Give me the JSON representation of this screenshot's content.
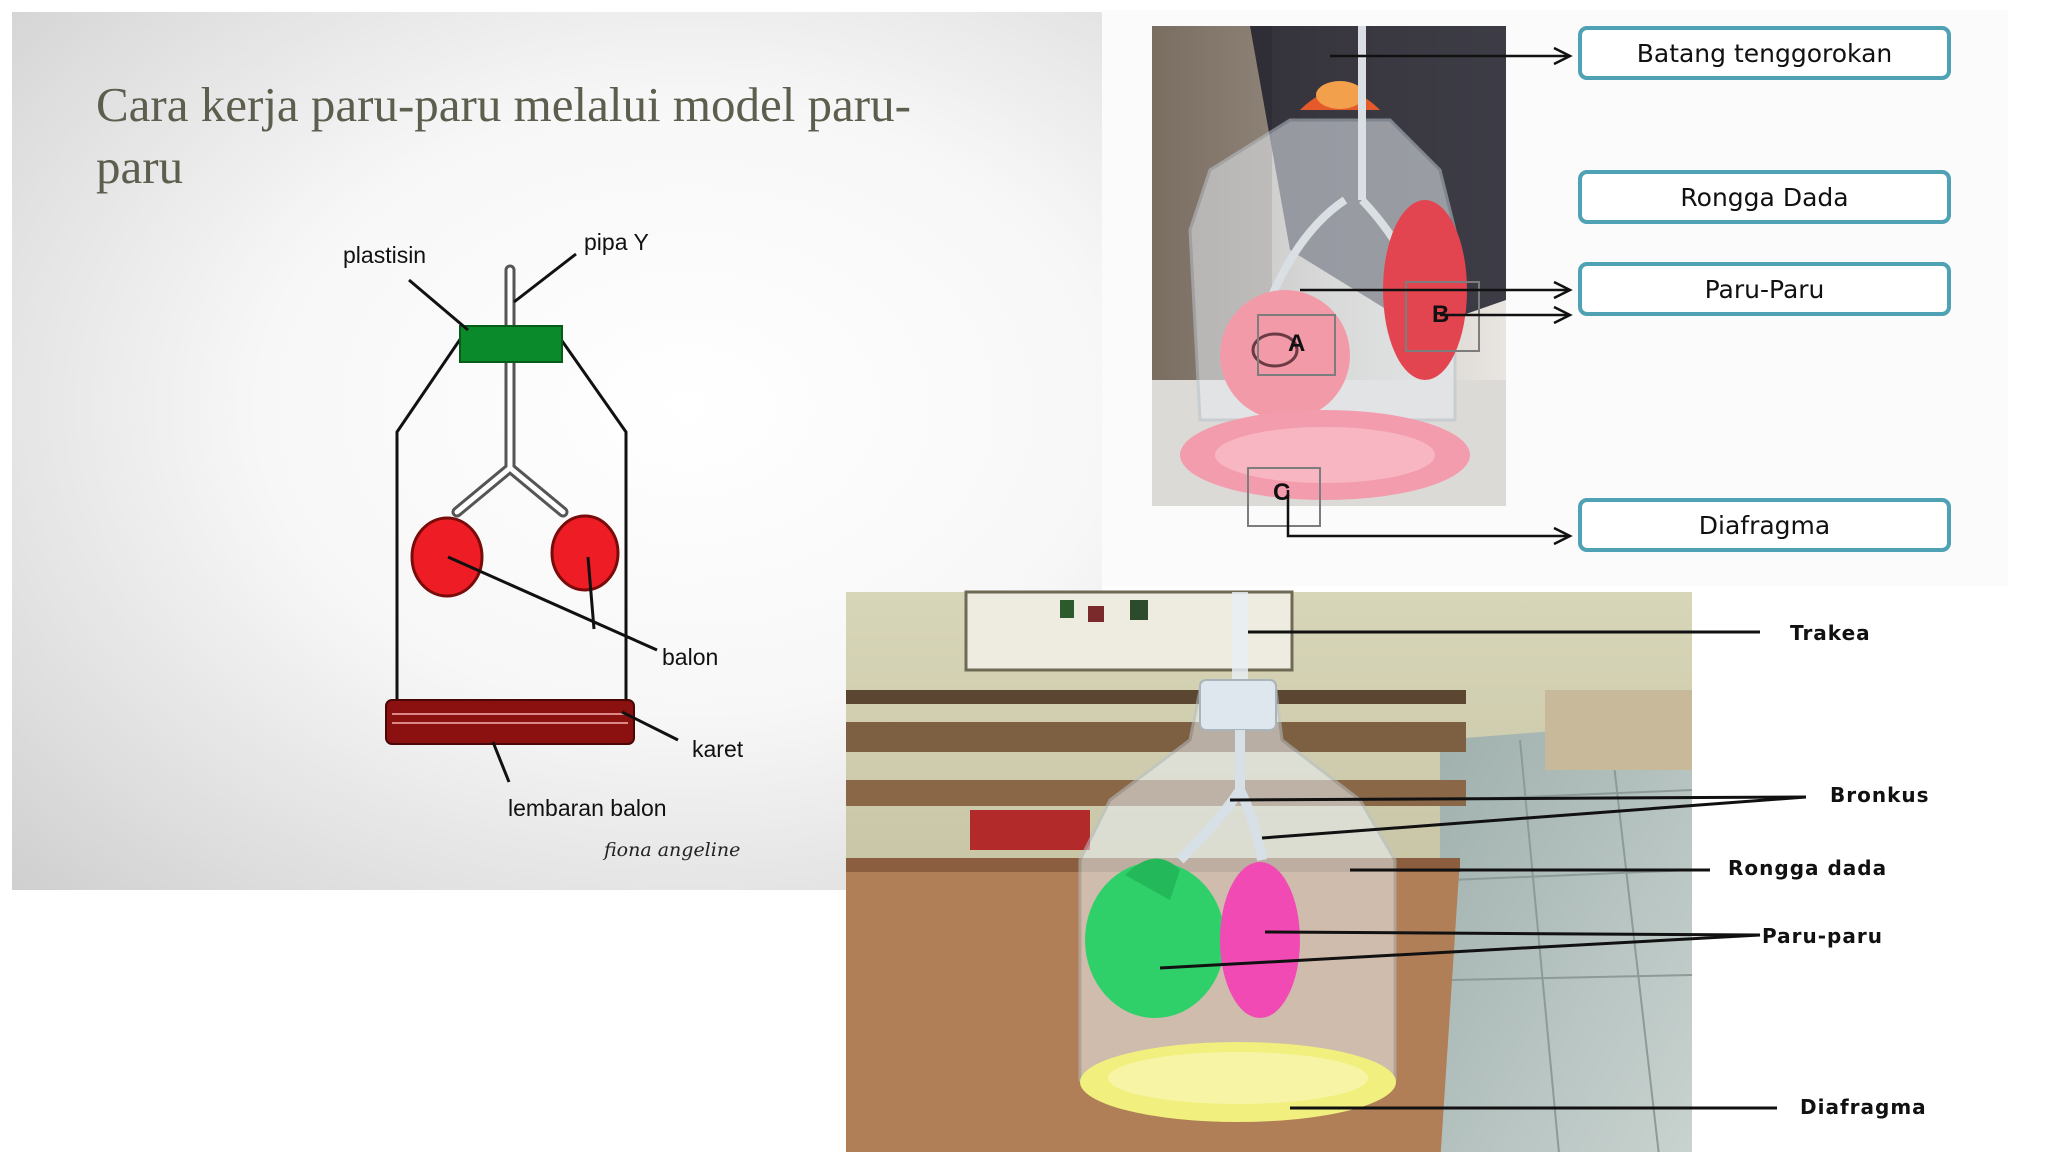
{
  "slide": {
    "title": "Cara kerja paru-paru melalui model paru-paru"
  },
  "diagram": {
    "labels": {
      "plastisin": "plastisin",
      "pipa_y": "pipa Y",
      "balon": "balon",
      "karet": "karet",
      "lembaran_balon": "lembaran balon"
    },
    "signature": "fiona angeline",
    "colors": {
      "plastisin": "#0a8a2a",
      "balloon": "#ee1c24",
      "rubber_base": "#8b1010"
    }
  },
  "photo_top": {
    "letters": {
      "a": "A",
      "b": "B",
      "c": "C"
    },
    "boxes": {
      "batang": "Batang tenggorokan",
      "rongga": "Rongga Dada",
      "paru": "Paru-Paru",
      "diafragma": "Diafragma"
    },
    "box_border_color": "#4fa1b4"
  },
  "photo_bottom": {
    "labels": {
      "trakea": "Trakea",
      "bronkus": "Bronkus",
      "rongga": "Rongga dada",
      "paru": "Paru-paru",
      "diafragma": "Diafragma"
    }
  }
}
